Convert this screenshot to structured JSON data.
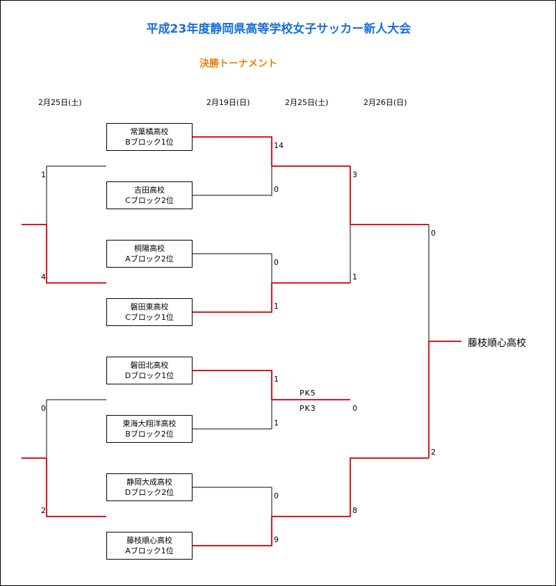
{
  "title": "平成23年度静岡県高等学校女子サッカー新人大会",
  "subtitle": "決勝トーナメント",
  "dates": {
    "first_round": "2月25日(土)",
    "round1": "2月19日(日)",
    "round2": "2月25日(土)",
    "final": "2月26日(日)"
  },
  "teams": [
    {
      "name": "常葉橘高校",
      "seed": "Bブロック1位"
    },
    {
      "name": "吉田高校",
      "seed": "Cブロック2位"
    },
    {
      "name": "桐陽高校",
      "seed": "Aブロック2位"
    },
    {
      "name": "磐田東高校",
      "seed": "Cブロック1位"
    },
    {
      "name": "磐田北高校",
      "seed": "Dブロック1位"
    },
    {
      "name": "東海大翔洋高校",
      "seed": "Bブロック2位"
    },
    {
      "name": "静岡大成高校",
      "seed": "Dブロック2位"
    },
    {
      "name": "藤枝順心高校",
      "seed": "Aブロック1位"
    }
  ],
  "scores": {
    "m1_top": "14",
    "m1_bottom": "0",
    "m2_top": "0",
    "m2_bottom": "1",
    "m3_top": "1",
    "m3_bottom": "1",
    "m4_top": "0",
    "m4_bottom": "9",
    "sf1_top": "3",
    "sf1_bottom": "1",
    "sf2_top": "0",
    "sf2_bottom": "8",
    "final_top": "0",
    "final_bottom": "2",
    "left1_top": "1",
    "left1_bottom": "4",
    "left2_top": "0",
    "left2_bottom": "2"
  },
  "pk": {
    "top": "PK5",
    "bottom": "PK3"
  },
  "champion": "藤枝順心高校",
  "colors": {
    "title": "#1a6fd9",
    "subtitle": "#e8800c",
    "winner_line": "#e0141e",
    "line": "#000000"
  }
}
